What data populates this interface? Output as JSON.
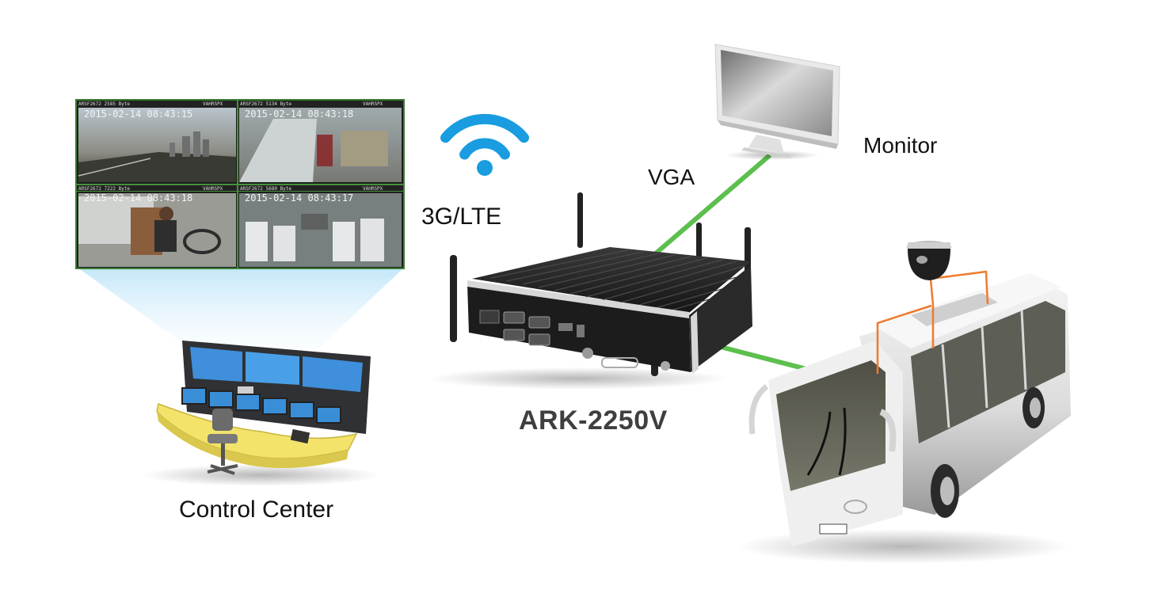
{
  "labels": {
    "monitor": "Monitor",
    "vga": "VGA",
    "wireless": "3G/LTE",
    "product": "ARK-2250V",
    "control_center": "Control Center"
  },
  "camera_feeds": [
    {
      "timestamp": "2015-02-14 08:43:15",
      "header": "ARSF2672 2585 Byte",
      "flags": "VAHRSPX"
    },
    {
      "timestamp": "2015-02-14 08:43:18",
      "header": "ARSF2672 5134 Byte",
      "flags": "VAHRSPX"
    },
    {
      "timestamp": "2015-02-14 08:43:18",
      "header": "ARSF2672 7222 Byte",
      "flags": "VAHRSPX"
    },
    {
      "timestamp": "2015-02-14 08:43:17",
      "header": "ARSF2672 5680 Byte",
      "flags": "VAHRSPX"
    }
  ],
  "colors": {
    "link": "#5cbf4e",
    "wifi": "#1a9ce0",
    "bus_wiring": "#f07a2e",
    "beam": "#a8dcf5",
    "device": "#1c1c1c",
    "desk": "#f3e36a"
  },
  "icons": {
    "wireless": "wifi-icon",
    "monitor": "monitor-icon",
    "device": "embedded-box-pc-icon",
    "camera": "dome-camera-icon",
    "bus": "bus-icon",
    "control": "control-desk-icon"
  }
}
